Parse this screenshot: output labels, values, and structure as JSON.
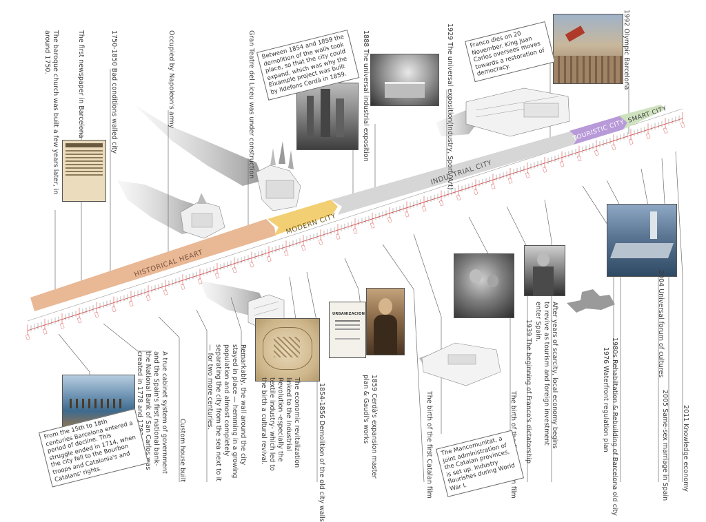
{
  "bands": {
    "historical_heart": "HISTORICAL HEART",
    "modern_city": "MODERN CITY",
    "industrial_city": "INDUSTRIAL CITY",
    "touristic_city": "TOURISTIC CITY",
    "smart_city": "SMART CITY"
  },
  "colors": {
    "historical": "#e9b895",
    "modern": "#f3cf73",
    "industrial": "#d6d6d6",
    "touristic": "#b89ad9",
    "smart": "#cfe2bf",
    "timeline_red": "#e04a4a",
    "timeline_gray": "#999999"
  },
  "top_labels": {
    "baroque": "The baroque church was built a few years later, in around 1750.",
    "newspaper": "The first newspaper in Barcelona",
    "walled_city": "1750-1850 Bad conditions walled city",
    "napoleon": "Occupied by Napoleon's army",
    "liceu": "Gran Teatre del Liceu was under construction",
    "expo_1888": "1888 The universal industrial exposition",
    "expo_1929": "1929 The universal exposition(Industry, Sport, Art)",
    "olympic": "1992 Olympic Barcelona"
  },
  "top_boxes": {
    "demolition": "Between 1854 and 1859 the demolition of the walls took place, so that the city could expand, which was why the Eixample project was built by Ildefons Cerdà in 1859.",
    "franco_dies": "Franco dies on 20 November. King Juan Carlos oversees moves towards a restoration of democracy."
  },
  "bottom_labels": {
    "cabinet": "A true cabinet system of government and the Spain's first national bank-the National Bank of San Carlos was created in 1778 and 1782.",
    "custom_house": "Custom house built",
    "wall_stayed": "Remarkably, the wall around the city stayed in place — hemming in a growing population and almost completely separating the city from the sea next to it — for two more centuries.",
    "revitalization": "The economic revitalization linked to the Industrial Revolution -especially the textile industry- which led to the birth a cultural revival.",
    "demolition_old": "1854-1856 Demolition of the old city walls",
    "cerda": "1859 Cerdà's expansion master plan & Gaudí's works",
    "first_film": "The birth of the first Catalan film",
    "first_film2": "The birth of the first Catalan film",
    "franco_dictatorship": "1939 The beginning of Franco's dictatorship",
    "scarcity": "After years of scarcity, local economy begins to revive as tourism and foreign investment enter Spain.",
    "rehab": "1980s Rehabiltation & Rebuilding of Barcelona old city",
    "waterfront": "1976 Waterfront regulation plan",
    "forum": "2004 Universal forum of cultures",
    "same_sex": "2005 Same-sex marriage in Spain",
    "knowledge": "2011 Knowledge economy"
  },
  "bottom_boxes": {
    "decline": "From the 15th to 18th centuries Barcelona entered a period of decline. This struggle ended in 1714, when the city fell to the Bourbon troops and Catalonia's and Catalans' rights.",
    "mancomunitat": "The Mancomunitat, a joint administration of the Catalan provinces, is set up. Industry flourishes during World War I."
  },
  "document_text": {
    "title": "URBANIZACION"
  }
}
